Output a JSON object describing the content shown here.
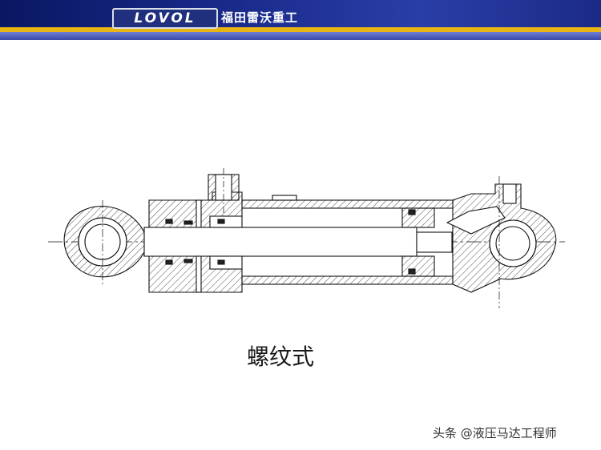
{
  "header": {
    "logo": "LOVOL",
    "company": "福田雷沃重工"
  },
  "caption": "螺纹式",
  "watermark": "头条 @液压马达工程师"
}
